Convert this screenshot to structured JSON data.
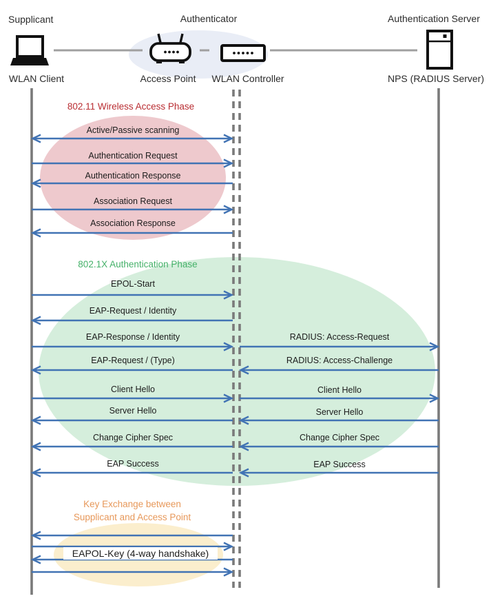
{
  "header": {
    "roles": {
      "supplicant": "Supplicant",
      "authenticator": "Authenticator",
      "server": "Authentication Server"
    },
    "devices": {
      "wlan_client": "WLAN Client",
      "access_point": "Access Point",
      "wlan_controller": "WLAN Controller",
      "nps": "NPS (RADIUS Server)"
    }
  },
  "phase1": {
    "title": "802.11 Wireless Access Phase",
    "title_color": "#b92d32",
    "messages": [
      {
        "label": "Active/Passive scanning",
        "direction": "bidirectional"
      },
      {
        "label": "Authentication Request",
        "direction": "to-authenticator"
      },
      {
        "label": "Authentication Response",
        "direction": "to-supplicant"
      },
      {
        "label": "Association Request",
        "direction": "to-authenticator"
      },
      {
        "label": "Association Response",
        "direction": "to-supplicant"
      }
    ]
  },
  "phase2": {
    "title": "802.1X Authentication Phase",
    "title_color": "#45b169",
    "supplicant_to_controller": [
      {
        "label": "EPOL-Start",
        "direction": "to-authenticator"
      },
      {
        "label": "EAP-Request / Identity",
        "direction": "to-supplicant"
      },
      {
        "label": "EAP-Response / Identity",
        "direction": "to-authenticator"
      },
      {
        "label": "EAP-Request / (Type)",
        "direction": "to-supplicant"
      },
      {
        "label": "Client Hello",
        "direction": "to-authenticator"
      },
      {
        "label": "Server Hello",
        "direction": "to-supplicant"
      },
      {
        "label": "Change Cipher Spec",
        "direction": "to-supplicant"
      },
      {
        "label": "EAP Success",
        "direction": "to-supplicant"
      }
    ],
    "controller_to_server": [
      {
        "label": "RADIUS: Access-Request",
        "direction": "to-server"
      },
      {
        "label": "RADIUS: Access-Challenge",
        "direction": "to-controller"
      },
      {
        "label": "Client Hello",
        "direction": "to-server"
      },
      {
        "label": "Server Hello",
        "direction": "to-controller"
      },
      {
        "label": "Change Cipher Spec",
        "direction": "to-controller"
      },
      {
        "label": "EAP Success",
        "direction": "to-controller"
      }
    ]
  },
  "phase3": {
    "title_line1": "Key Exchange between",
    "title_line2": "Supplicant and Access Point",
    "title_color": "#e7985a",
    "messages": [
      {
        "label": "EAPOL-Key (4-way handshake)",
        "direction": "bidirectional"
      }
    ]
  },
  "colors": {
    "arrow": "#4173b4",
    "lifeline": "#7a7a7a",
    "authenticator_ellipse": "#e9edf6",
    "phase1_ellipse": "#eec9cd",
    "phase2_ellipse": "#d5eedc",
    "phase3_ellipse": "#fbeecd"
  }
}
